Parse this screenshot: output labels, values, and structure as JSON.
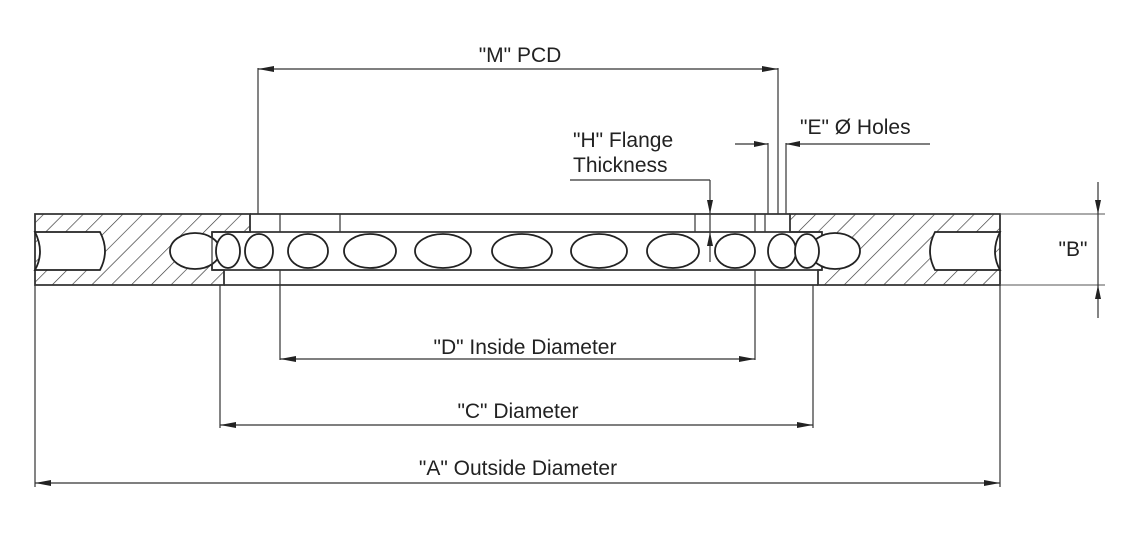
{
  "labels": {
    "m_pcd": "\"M\" PCD",
    "e_holes": "\"E\" Ø Holes",
    "h_flange_line1": "\"H\" Flange",
    "h_flange_line2": "Thickness",
    "b": "\"B\"",
    "d_inside": "\"D\" Inside Diameter",
    "c_diameter": "\"C\" Diameter",
    "a_outside": "\"A\" Outside Diameter"
  }
}
